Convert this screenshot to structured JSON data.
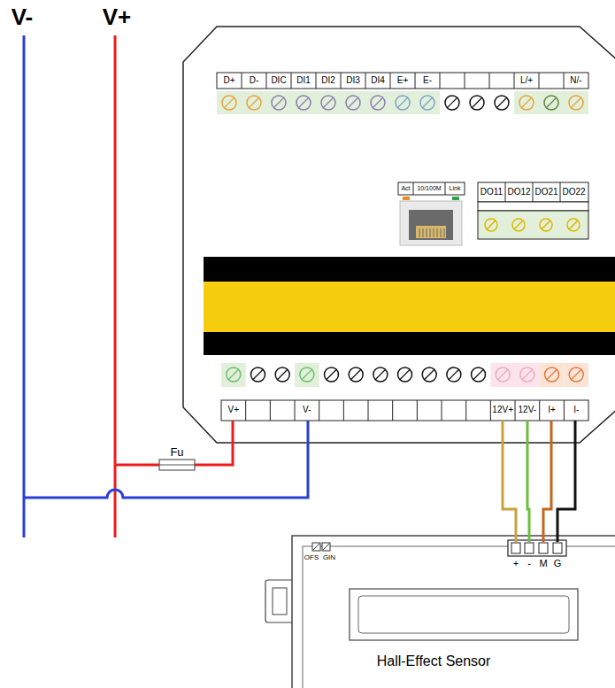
{
  "diagram": {
    "nodes": [
      {
        "text": [
          "Fu"
        ]
      },
      {
        "text": [
          "Hall-Effect Sensor"
        ]
      }
    ],
    "labels": [
      "V-",
      "V+",
      "D+",
      "D-",
      "DIC",
      "DI1",
      "DI2",
      "DI3",
      "DI4",
      "E+",
      "E-",
      "L/+",
      "N/-",
      "Act",
      "10/100M",
      "Link",
      "DO11",
      "DO12",
      "DO21",
      "DO22",
      "V+",
      "V-",
      "12V+",
      "12V-",
      "I+",
      "I-",
      "OFS",
      "GIN",
      "+",
      "-",
      "M",
      "G"
    ]
  }
}
